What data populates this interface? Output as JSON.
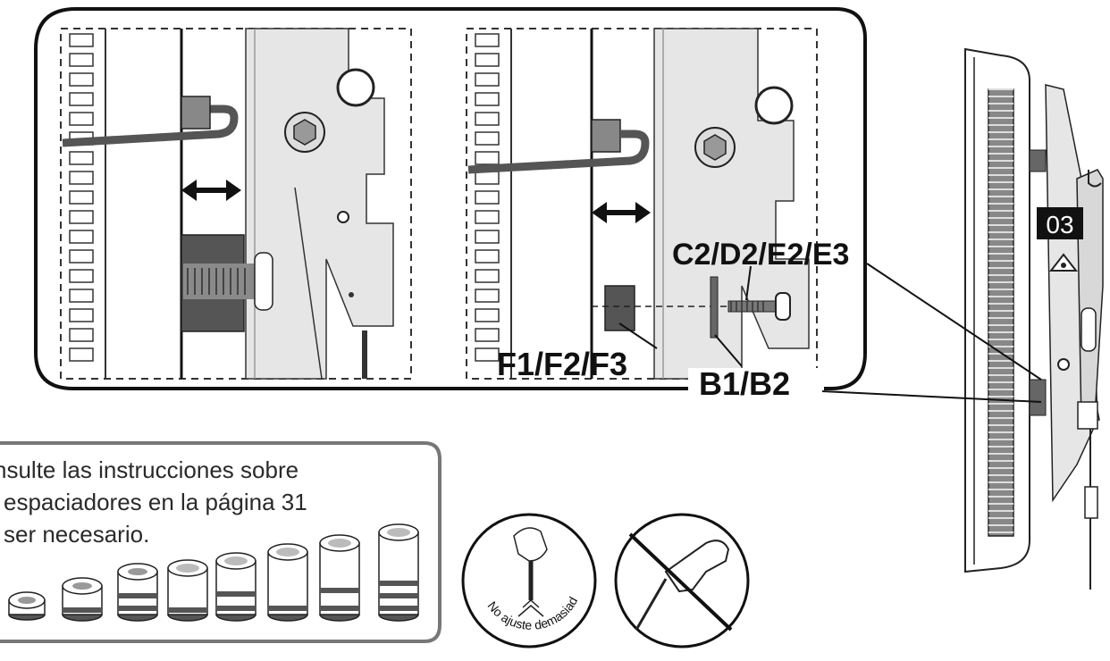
{
  "callouts": {
    "step_number": "03",
    "bolt_label": "C2/D2/E2/E3",
    "washer_label": "B1/B2",
    "spacer_label": "F1/F2/F3"
  },
  "note": {
    "lines": [
      "nsulte las instrucciones sobre",
      "espaciadores en la página 31",
      "ser necesario."
    ]
  },
  "warning": {
    "text": "No ajuste demasiado"
  },
  "colors": {
    "line": "#111111",
    "bracket_fill": "#e6e6e6",
    "spacer_dark": "#555555",
    "panel_border": "#777777"
  }
}
